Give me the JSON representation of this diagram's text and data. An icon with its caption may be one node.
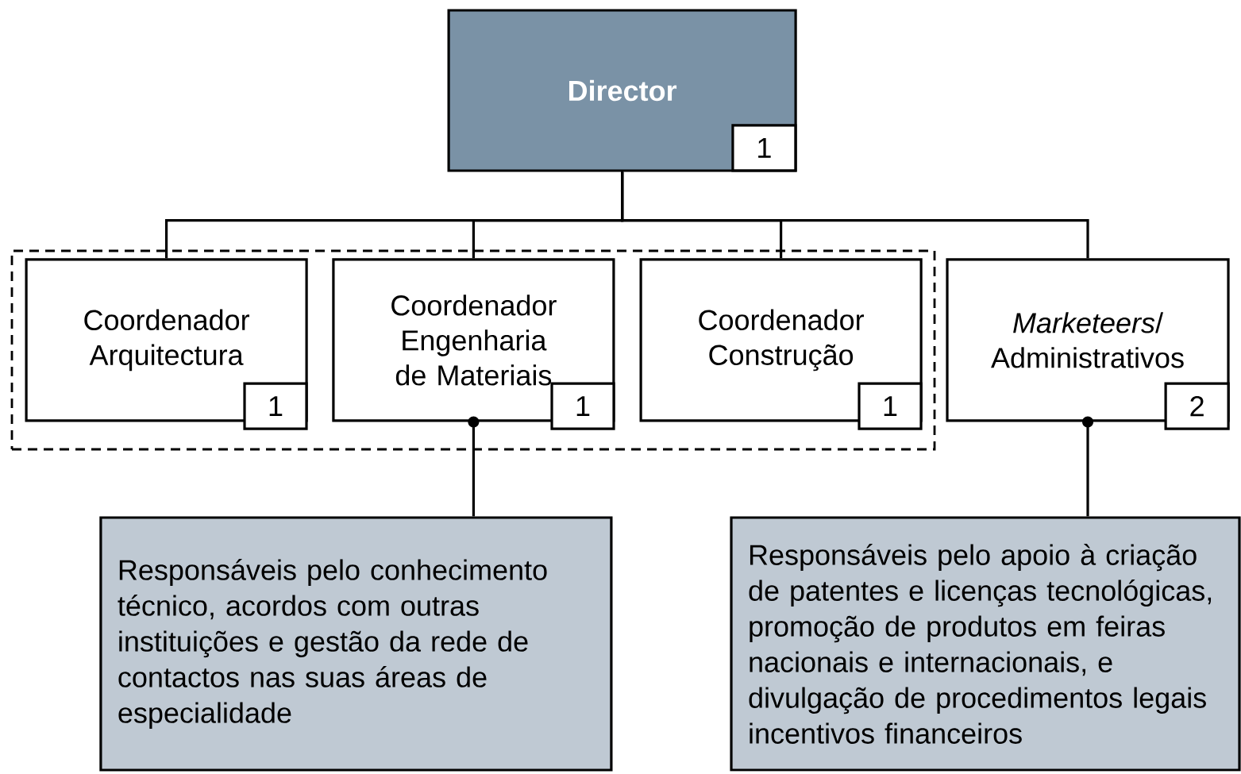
{
  "diagram": {
    "nodes": [
      {
        "text": [
          "Director"
        ]
      },
      {
        "text": [
          "1"
        ],
        "in": 0
      },
      {
        "text": [],
        "shape": "box"
      },
      {
        "text": [
          "Coordenador Arquitectura"
        ],
        "in": 2
      },
      {
        "text": [
          "1"
        ],
        "in": 3
      },
      {
        "text": [
          "Coordenador Engenharia de Materiais"
        ],
        "in": 2
      },
      {
        "text": [
          "1"
        ],
        "in": 5
      },
      {
        "text": [
          "Coordenador Construção"
        ],
        "in": 2
      },
      {
        "text": [
          "1"
        ],
        "in": 7
      },
      {
        "text": [
          "*Marketeers*/ Administrativos"
        ]
      },
      {
        "text": [
          "2"
        ],
        "in": 9
      },
      {
        "text": [
          "Responsáveis pelo conhecimento técnico, acordos com outras instituições e gestão da rede de contactos nas suas áreas de especialidade"
        ]
      },
      {
        "text": [
          "Responsáveis pelo apoio à criação de patentes e licenças tecnológicas, promoção de produtos em feiras nacionais e internacionais, e divulgação de procedimentos legais incentivos financeiros"
        ]
      }
    ],
    "edges": [
      {
        "from": 0,
        "to": 3,
        "arrow": "none"
      },
      {
        "from": 0,
        "to": 5,
        "arrow": "none"
      },
      {
        "from": 0,
        "to": 7,
        "arrow": "none"
      },
      {
        "from": 0,
        "to": 9,
        "arrow": "none"
      },
      {
        "from": 5,
        "to": 11,
        "arrow": "other"
      },
      {
        "from": 9,
        "to": 12,
        "arrow": "other"
      }
    ]
  }
}
